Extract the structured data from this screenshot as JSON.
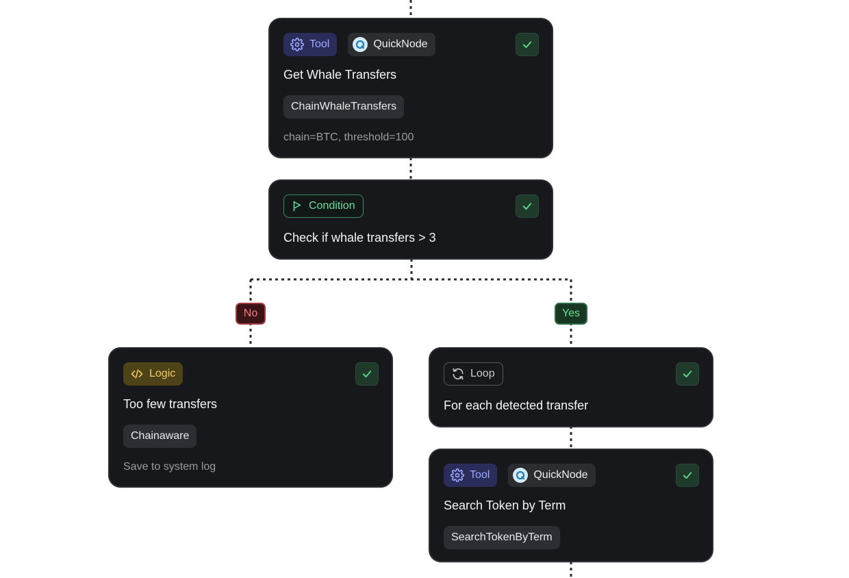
{
  "nodes": {
    "whale": {
      "badge_type": "Tool",
      "provider": "QuickNode",
      "title": "Get Whale Transfers",
      "function": "ChainWhaleTransfers",
      "params": "chain=BTC, threshold=100",
      "status_icon": "check-icon"
    },
    "condition": {
      "badge_type": "Condition",
      "title": "Check if whale transfers > 3",
      "status_icon": "check-icon"
    },
    "logic": {
      "badge_type": "Logic",
      "title": "Too few transfers",
      "function": "Chainaware",
      "description": "Save to system log",
      "status_icon": "check-icon"
    },
    "loop": {
      "badge_type": "Loop",
      "title": "For each detected transfer",
      "status_icon": "check-icon"
    },
    "search": {
      "badge_type": "Tool",
      "provider": "QuickNode",
      "title": "Search Token by Term",
      "function": "SearchTokenByTerm",
      "status_icon": "check-icon"
    }
  },
  "branches": {
    "no": "No",
    "yes": "Yes"
  },
  "icons": {
    "tool": "gear-icon",
    "provider": "quicknode-logo-icon",
    "condition": "flag-icon",
    "logic": "code-icon",
    "loop": "refresh-icon"
  },
  "colors": {
    "card_background": "#17181b",
    "tool_accent": "#9ea8ff",
    "condition_accent": "#6fdca0",
    "logic_accent": "#f1cc62",
    "success": "#5fd18a",
    "branch_no": "#f07a7e",
    "branch_yes": "#6fdc96"
  }
}
